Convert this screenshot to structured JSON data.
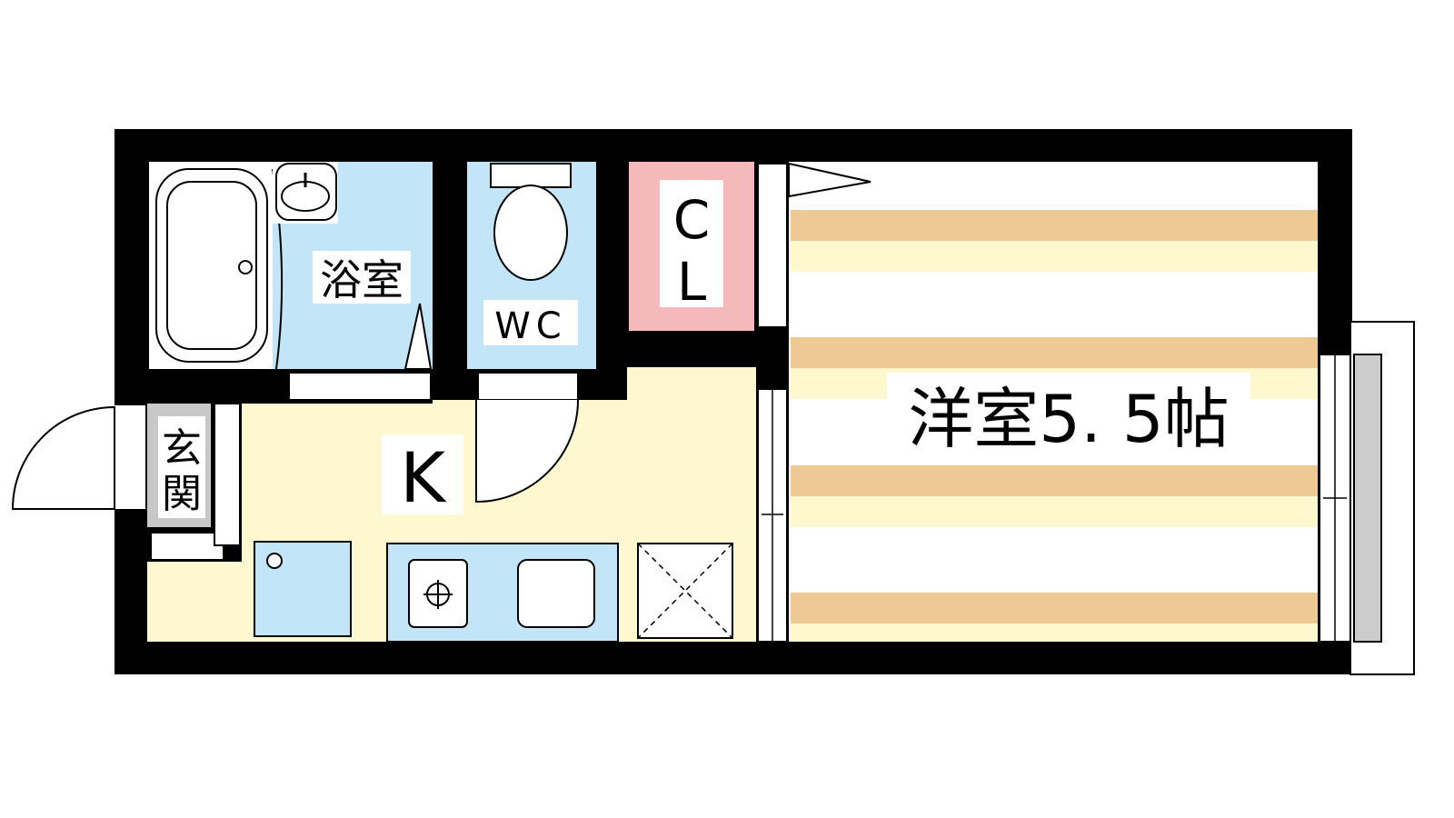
{
  "rooms": {
    "bath": "浴室",
    "toilet": "WC",
    "closet_c": "C",
    "closet_l": "L",
    "entrance_1": "玄",
    "entrance_2": "関",
    "kitchen": "K",
    "western_room": "洋室5. 5帖"
  },
  "colors": {
    "wall": "#000000",
    "water_area": "#c2e6f7",
    "closet": "#f6b9bb",
    "kitchen_floor": "#fdf8cf",
    "floor_stripe_tan": "#efc994",
    "floor_stripe_cream": "#fef8cf",
    "entrance_floor": "#c8c8c8",
    "balcony": "#cccccc"
  }
}
